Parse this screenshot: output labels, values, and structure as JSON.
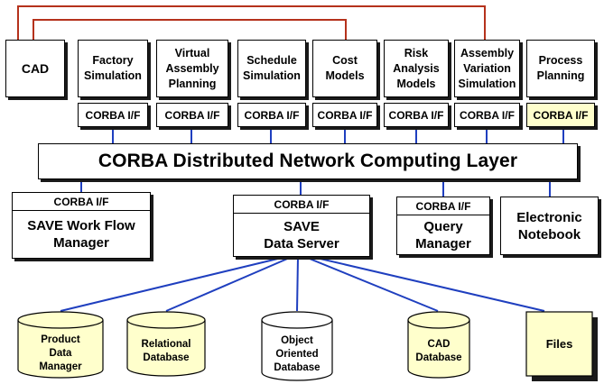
{
  "top_apps": {
    "cad": "CAD",
    "factory_simulation": "Factory\nSimulation",
    "virtual_assembly_planning": "Virtual\nAssembly\nPlanning",
    "schedule_simulation": "Schedule\nSimulation",
    "cost_models": "Cost\nModels",
    "risk_analysis_models": "Risk\nAnalysis\nModels",
    "assembly_variation_simulation": "Assembly\nVariation\nSimulation",
    "process_planning": "Process\nPlanning"
  },
  "corba_if_label": "CORBA I/F",
  "network_layer": "CORBA Distributed Network Computing Layer",
  "services": {
    "workflow_manager": "SAVE Work Flow\nManager",
    "data_server": "SAVE\nData Server",
    "query_manager": "Query\nManager",
    "electronic_notebook": "Electronic\nNotebook"
  },
  "databases": {
    "product_data_manager": "Product\nData\nManager",
    "relational_database": "Relational\nDatabase",
    "object_oriented_database": "Object\nOriented\nDatabase",
    "cad_database": "CAD\nDatabase",
    "files": "Files"
  },
  "colors": {
    "connector_blue": "#1f3fbf",
    "cad_link_red": "#b5321c",
    "highlight_yellow": "#ffffcc"
  }
}
